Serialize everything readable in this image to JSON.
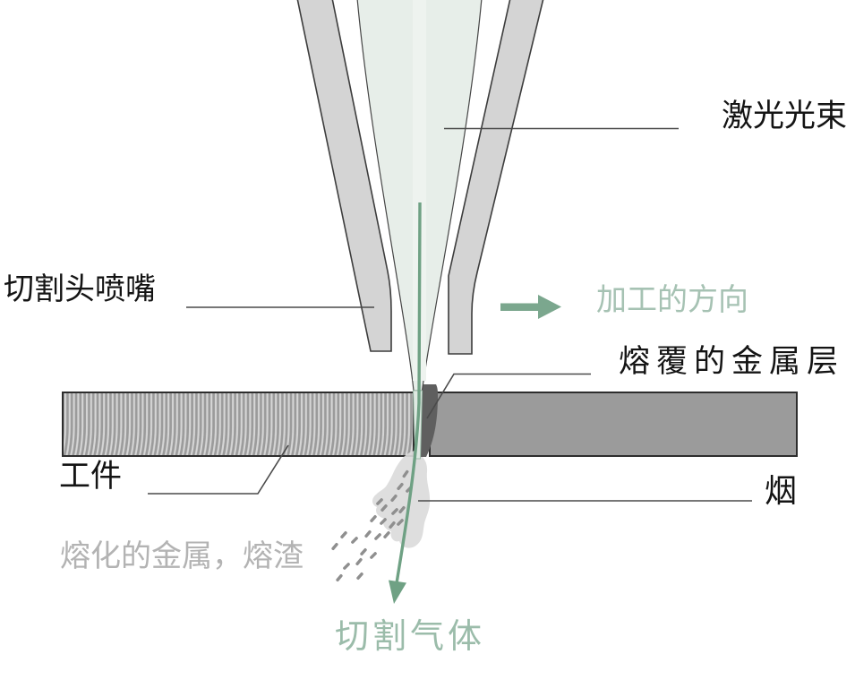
{
  "diagram": {
    "type": "laser-cutting-process-diagram",
    "background": "#ffffff",
    "labels": {
      "laser_beam": "激光光束",
      "nozzle": "切割头喷嘴",
      "direction": "加工的方向",
      "clad_layer": "熔覆的金属层",
      "workpiece": "工件",
      "smoke": "烟",
      "molten_metal": "熔化的金属，熔渣",
      "cutting_gas": "切割气体"
    },
    "icons": {
      "direction_arrow": "right-arrow-icon",
      "gas_arrow": "down-arrow-icon"
    },
    "colors": {
      "accent_green": "#7ba78e",
      "gas_line_green": "#6fa184",
      "green_text_light": "#a6c2b3",
      "green_text": "#9bbcaa",
      "beam_fill": "#e7eee9",
      "beam_core": "#eef3ef",
      "nozzle_fill": "#d4d4d4",
      "nozzle_stroke": "#3d3d3d",
      "metal_gray": "#9b9b9b",
      "metal_stroke": "#2d2d2d",
      "stripe_light": "#d6d6d6",
      "melt_dark": "#5f5f5f",
      "smoke_gray": "#dbdbdb",
      "slag_gray": "#8f8f8f",
      "muted_text": "#b3b3b3",
      "dark_text": "#141414",
      "leader_line": "#4a4a4a"
    }
  }
}
